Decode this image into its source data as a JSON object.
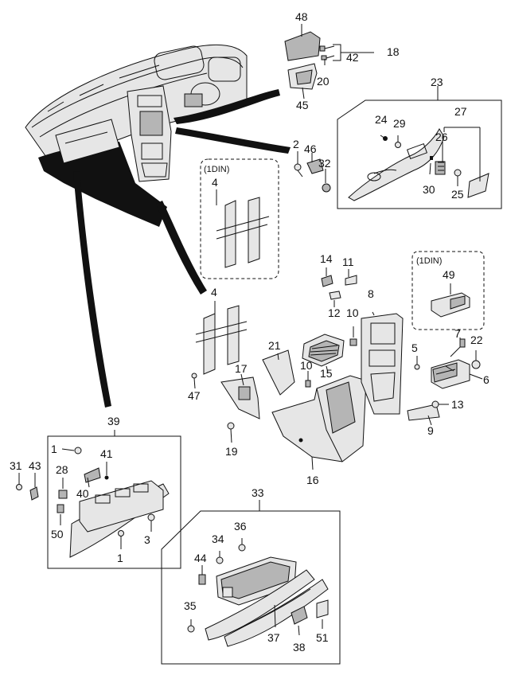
{
  "diagram": {
    "callouts": {
      "c1a": "1",
      "c1b": "1",
      "c2": "2",
      "c3": "3",
      "c4a": "4",
      "c4b": "4",
      "c5": "5",
      "c6": "6",
      "c7": "7",
      "c8": "8",
      "c9": "9",
      "c10a": "10",
      "c10b": "10",
      "c11": "11",
      "c12": "12",
      "c13": "13",
      "c14": "14",
      "c15": "15",
      "c16": "16",
      "c17": "17",
      "c18": "18",
      "c19": "19",
      "c20": "20",
      "c21": "21",
      "c22": "22",
      "c23": "23",
      "c24": "24",
      "c25": "25",
      "c26": "26",
      "c27": "27",
      "c28": "28",
      "c29": "29",
      "c30": "30",
      "c31": "31",
      "c32": "32",
      "c33": "33",
      "c34": "34",
      "c35": "35",
      "c36": "36",
      "c37": "37",
      "c38": "38",
      "c39": "39",
      "c40": "40",
      "c41": "41",
      "c42": "42",
      "c43": "43",
      "c44": "44",
      "c45": "45",
      "c46": "46",
      "c47": "47",
      "c48": "48",
      "c49": "49",
      "c50": "50",
      "c51": "51"
    },
    "variant_tags": {
      "radio_bracket": "(1DIN)",
      "audio_unit": "(1DIN)"
    }
  }
}
